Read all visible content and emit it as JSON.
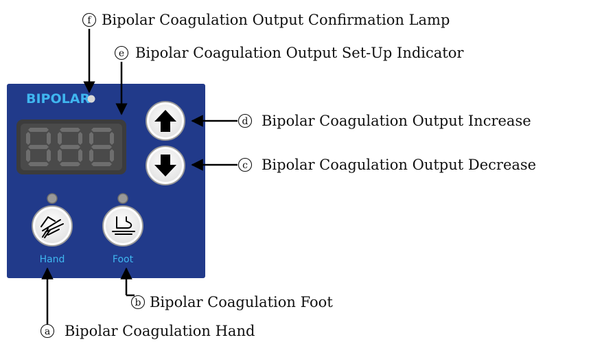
{
  "panel": {
    "title": "BIPOLAR",
    "display_value": "888",
    "hand_label": "Hand",
    "foot_label": "Foot",
    "colors": {
      "panel": "#213a8a",
      "title": "#3fb6f0",
      "display_bg": "#444444",
      "segment": "#6e6e6e"
    },
    "icons": {
      "increase": "arrow-up-icon",
      "decrease": "arrow-down-icon",
      "hand": "hand-pen-icon",
      "foot": "foot-pedal-icon"
    }
  },
  "callouts": {
    "f": {
      "marker": "f",
      "text": "Bipolar Coagulation Output Confirmation Lamp"
    },
    "e": {
      "marker": "e",
      "text": "Bipolar Coagulation Output Set-Up Indicator"
    },
    "d": {
      "marker": "d",
      "text": "Bipolar Coagulation Output Increase"
    },
    "c": {
      "marker": "c",
      "text": "Bipolar Coagulation Output Decrease"
    },
    "b": {
      "marker": "b",
      "text": "Bipolar Coagulation Foot"
    },
    "a": {
      "marker": "a",
      "text": "Bipolar Coagulation Hand"
    }
  }
}
